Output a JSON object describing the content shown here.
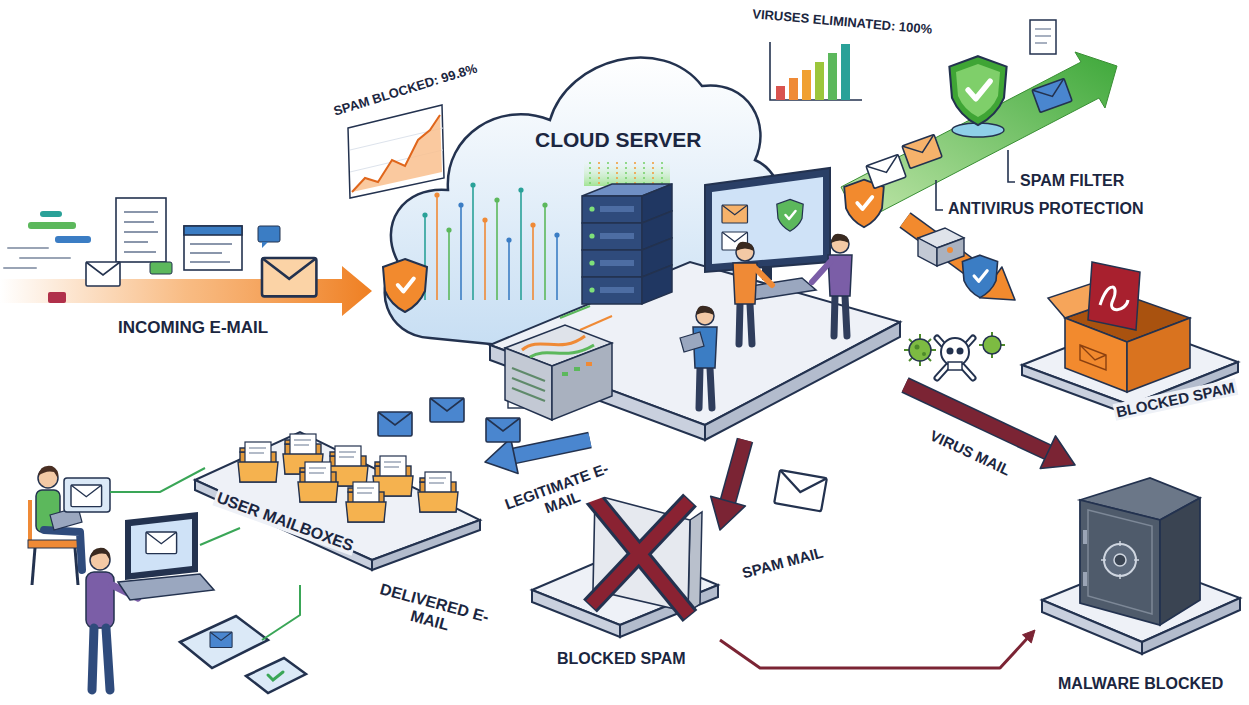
{
  "diagram": {
    "nodes": [
      {
        "text": [
          "CLOUD SERVER"
        ]
      },
      {
        "text": [
          "BLOCKED SPAM"
        ]
      },
      {
        "text": [
          "USER MAILBOXES"
        ]
      },
      {
        "text": [
          "BLOCKED SPAM"
        ]
      },
      {
        "text": [
          "MALWARE BLOCKED"
        ]
      }
    ],
    "edges": [
      {
        "from": 0,
        "to": 2,
        "label": "LEGITIMATE E-MAIL",
        "arrow": "to"
      },
      {
        "from": 0,
        "to": 3,
        "label": "SPAM MAIL",
        "arrow": "to"
      },
      {
        "from": 0,
        "to": 4,
        "label": "VIRUS MAIL",
        "arrow": "to"
      },
      {
        "from": 0,
        "to": 1,
        "arrow": "to"
      },
      {
        "from": 3,
        "to": 4,
        "arrow": "to"
      }
    ],
    "labels": [
      "SPAM BLOCKED: 99.8%",
      "VIRUSES ELIMINATED: 100%",
      "SPAM FILTER",
      "ANTIVIRUS PROTECTION",
      "INCOMING E-MAIL",
      "DELIVERED E-MAIL"
    ]
  }
}
